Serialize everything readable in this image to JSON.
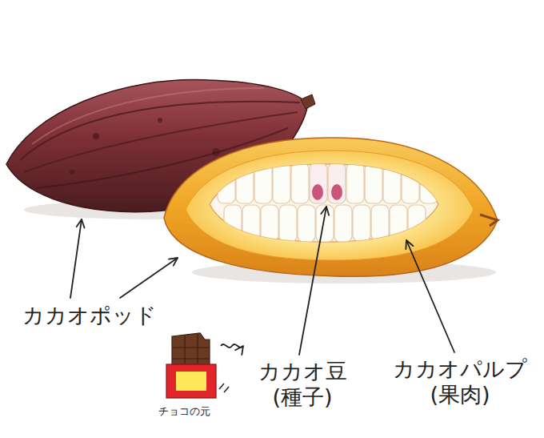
{
  "diagram": {
    "labels": [
      "カカオポッド",
      "カカオ豆 (種子)",
      "カカオパルプ (果肉)",
      "チョコの元"
    ]
  }
}
